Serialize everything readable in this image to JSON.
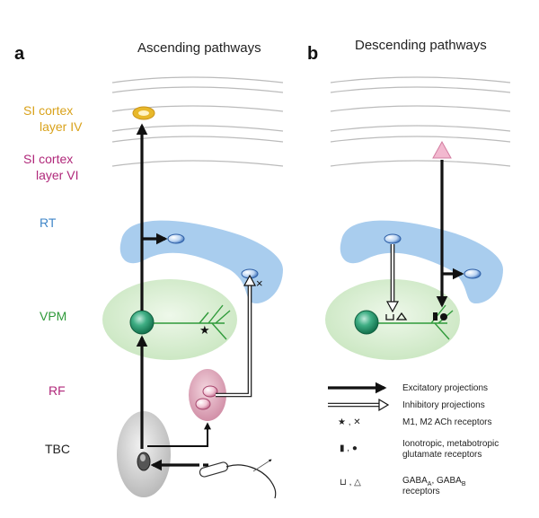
{
  "panels": {
    "a": {
      "letter": "a",
      "heading": "Ascending pathways"
    },
    "b": {
      "letter": "b",
      "heading": "Descending pathways"
    }
  },
  "regions": {
    "si_layer4": {
      "line1": "SI  cortex",
      "line2": "layer IV",
      "color": "#d9a21b"
    },
    "si_layer6": {
      "line1": "SI  cortex",
      "line2": "layer VI",
      "color": "#b0287a"
    },
    "rt": {
      "label": "RT",
      "color": "#3f86c8"
    },
    "vpm": {
      "label": "VPM",
      "color": "#2f9a3a"
    },
    "rf": {
      "label": "RF",
      "color": "#b0287a"
    },
    "tbc": {
      "label": "TBC",
      "color": "#222222"
    }
  },
  "legend": {
    "excitatory": "Excitatory projections",
    "inhibitory": "Inhibitory projections",
    "ach_symbols": "★ , ✕",
    "ach": "M1, M2 ACh receptors",
    "glu_symbols": "▮ , ●",
    "glu_line1": "Ionotropic, metabotropic",
    "glu_line2": "glutamate receptors",
    "gaba_symbols": "⊔ , △",
    "gaba_prefix": "GABA",
    "gaba_sub_a": "A",
    "gaba_sep": ", GABA",
    "gaba_sub_b": "B",
    "gaba_line2": "receptors"
  },
  "markers": {
    "vpm_star": "★",
    "rt_cross": "×"
  },
  "colors": {
    "rt_fill": "#a9cdee",
    "vpm_fill": "#dcefd7",
    "rf_fill": "#e3b3c2",
    "tbc_fill": "#cfcfcf",
    "cortex_line": "#bbbbbb",
    "neuron_green": "#2f9a6a",
    "layer4_cell": "#e8b82a",
    "layer6_cell": "#f2b8cf",
    "arrow": "#111111"
  }
}
